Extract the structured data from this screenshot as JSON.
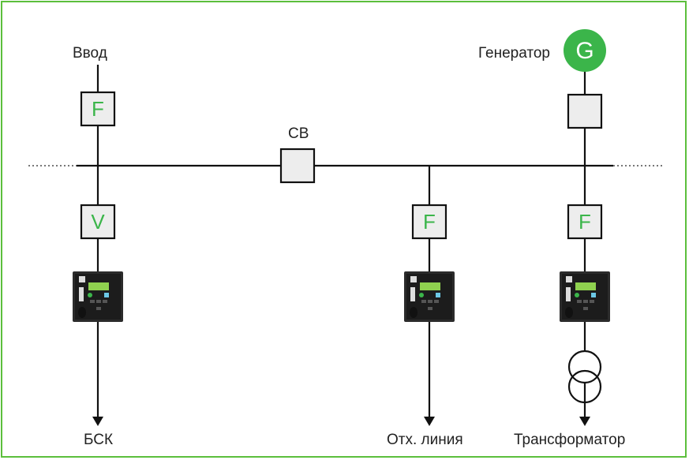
{
  "colors": {
    "frame": "#5cbf3c",
    "function_letter": "#3bb54a",
    "generator": "#3bb54a"
  },
  "labels": {
    "input": "Ввод",
    "generator": "Генератор",
    "bus_coupler": "СВ",
    "capacitor_bank": "БСК",
    "outgoing_line": "Отх. линия",
    "transformer": "Трансформатор"
  },
  "generator_symbol": "G",
  "functions": {
    "input_breaker": "F",
    "capacitor_breaker": "V",
    "line_breaker": "F",
    "transformer_breaker": "F"
  },
  "icons": [
    "relay-device-icon",
    "transformer-icon",
    "generator-icon",
    "arrow-down-icon"
  ]
}
